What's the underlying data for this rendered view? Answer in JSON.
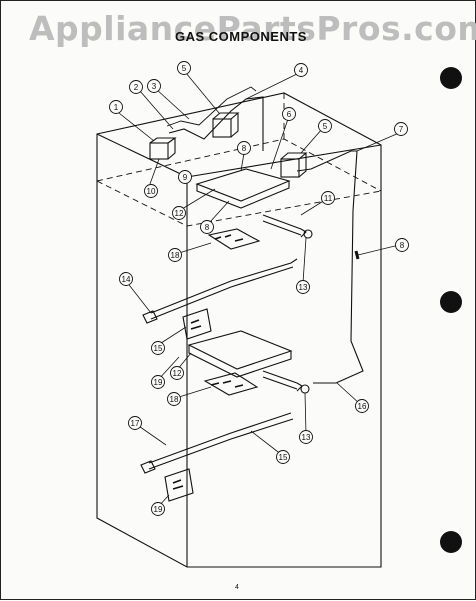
{
  "watermark": "AppliancePartsPros.com",
  "title": "GAS COMPONENTS",
  "page_number": "4",
  "callouts": [
    "1",
    "2",
    "3",
    "4",
    "5",
    "5",
    "6",
    "7",
    "8",
    "8",
    "8",
    "9",
    "10",
    "11",
    "12",
    "12",
    "13",
    "13",
    "14",
    "15",
    "15",
    "16",
    "17",
    "18",
    "18",
    "19",
    "19"
  ]
}
